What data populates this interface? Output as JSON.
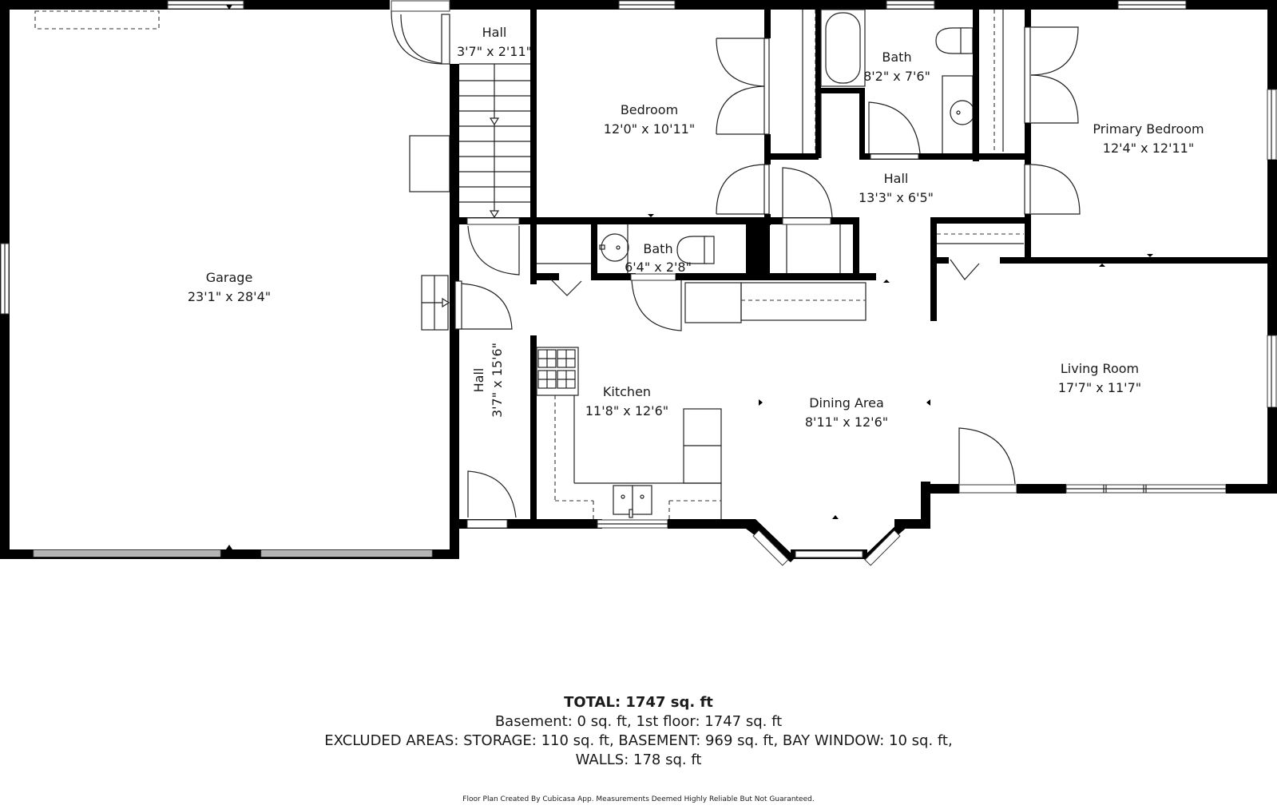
{
  "plan": {
    "floor": "1st floor",
    "rooms": [
      {
        "id": "garage",
        "name": "Garage",
        "dims": "23'1\" x 28'4\""
      },
      {
        "id": "hall-top",
        "name": "Hall",
        "dims": "3'7\" x 2'11\""
      },
      {
        "id": "bedroom",
        "name": "Bedroom",
        "dims": "12'0\" x 10'11\""
      },
      {
        "id": "bath-main",
        "name": "Bath",
        "dims": "8'2\" x 7'6\""
      },
      {
        "id": "primary-bedroom",
        "name": "Primary Bedroom",
        "dims": "12'4\" x 12'11\""
      },
      {
        "id": "hall-center",
        "name": "Hall",
        "dims": "13'3\" x 6'5\""
      },
      {
        "id": "bath-half",
        "name": "Bath",
        "dims": "6'4\" x 2'8\""
      },
      {
        "id": "hall-side",
        "name": "Hall",
        "dims": "3'7\" x 15'6\""
      },
      {
        "id": "kitchen",
        "name": "Kitchen",
        "dims": "11'8\" x 12'6\""
      },
      {
        "id": "dining-area",
        "name": "Dining Area",
        "dims": "8'11\" x 12'6\""
      },
      {
        "id": "living-room",
        "name": "Living Room",
        "dims": "17'7\" x 11'7\""
      }
    ],
    "icons": [
      "door-swing-icon",
      "window-icon",
      "stairs-arrow-icon",
      "bathtub-icon",
      "toilet-icon",
      "sink-icon",
      "stove-icon",
      "double-sink-icon",
      "garage-door-icon",
      "closet-icon"
    ]
  },
  "summary": {
    "total": "TOTAL: 1747 sq. ft",
    "breakdown": "Basement: 0 sq. ft, 1st floor: 1747 sq. ft",
    "excluded": "EXCLUDED AREAS: STORAGE: 110 sq. ft, BASEMENT: 969 sq. ft, BAY WINDOW: 10 sq. ft,",
    "walls": "WALLS: 178 sq. ft"
  },
  "footer": {
    "disclaimer": "Floor Plan Created By Cubicasa App. Measurements Deemed Highly Reliable But Not Guaranteed."
  }
}
